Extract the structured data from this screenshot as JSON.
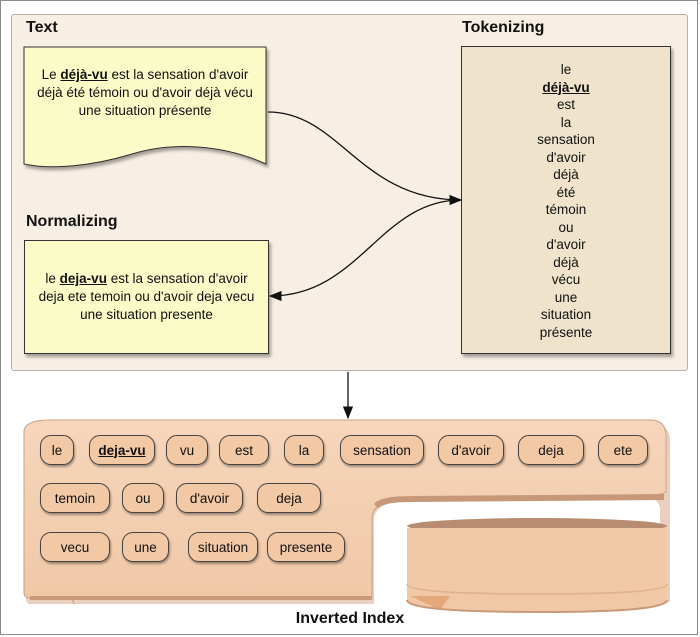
{
  "headings": {
    "text": "Text",
    "tokenizing": "Tokenizing",
    "normalizing": "Normalizing",
    "inverted_index": "Inverted Index"
  },
  "text_doc": {
    "before": "Le ",
    "highlight": "déjà-vu",
    "after": " est la sensation d'avoir déjà été témoin ou d'avoir déjà vécu une situation présente"
  },
  "normalized_doc": {
    "before": "le ",
    "highlight": "deja-vu",
    "after": " est la sensation d'avoir deja ete temoin ou d'avoir deja vecu une situation presente"
  },
  "tokens": [
    "le",
    "déjà-vu",
    "est",
    "la",
    "sensation",
    "d'avoir",
    "déjà",
    "été",
    "témoin",
    "ou",
    "d'avoir",
    "déjà",
    "vécu",
    "une",
    "situation",
    "présente"
  ],
  "index_terms": [
    "le",
    "deja-vu",
    "vu",
    "est",
    "la",
    "sensation",
    "d'avoir",
    "deja",
    "ete",
    "temoin",
    "ou",
    "d'avoir",
    "deja",
    "vecu",
    "une",
    "situation",
    "presente"
  ],
  "colors": {
    "panel": "#f8efe4",
    "note": "#fbfbc8",
    "token_box": "#efe4cb",
    "index": "#f2c9a4"
  }
}
